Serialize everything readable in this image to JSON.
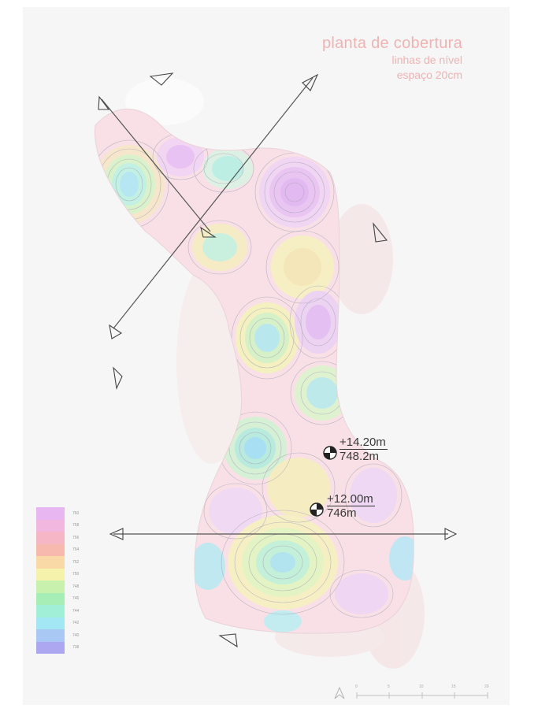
{
  "title": {
    "main": "planta de cobertura",
    "line2": "linhas de nível",
    "line3": "espaço 20cm"
  },
  "markers": [
    {
      "height": "+14.20m",
      "elevation": "748.2m"
    },
    {
      "height": "+12.00m",
      "elevation": "746m"
    }
  ],
  "legend": {
    "items": [
      {
        "label": "760",
        "color": "#e8b7f2"
      },
      {
        "label": "758",
        "color": "#f2b7de"
      },
      {
        "label": "756",
        "color": "#f6b6c6"
      },
      {
        "label": "754",
        "color": "#f7b9ae"
      },
      {
        "label": "752",
        "color": "#f9d9a6"
      },
      {
        "label": "750",
        "color": "#f4f2ab"
      },
      {
        "label": "748",
        "color": "#c8f1ad"
      },
      {
        "label": "746",
        "color": "#a6eeb6"
      },
      {
        "label": "744",
        "color": "#a2efd8"
      },
      {
        "label": "742",
        "color": "#a4e7f4"
      },
      {
        "label": "740",
        "color": "#a9c9f4"
      },
      {
        "label": "738",
        "color": "#ada7f2"
      }
    ]
  },
  "scale": {
    "labels": [
      "0",
      "5",
      "10",
      "15",
      "20"
    ]
  },
  "icons": {
    "north_arrow": "north-arrow-icon",
    "section_markers": "section-arrow-icon",
    "level_marker": "level-datum-icon"
  },
  "colors": {
    "title": "#efb3b3",
    "building_fill": "#f8e0e3",
    "contour_stroke": "#9b9bb0",
    "section_line": "#555555"
  }
}
